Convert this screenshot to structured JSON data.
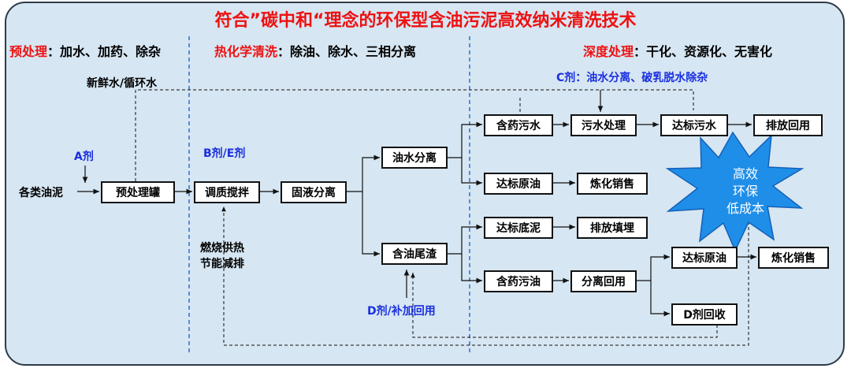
{
  "title": "符合”碳中和“理念的环保型含油污泥高效纳米清洗技术",
  "phases": {
    "pre": {
      "label": "预处理",
      "desc": "：加水、加药、除杂"
    },
    "thermo": {
      "label": "热化学清洗",
      "desc": "：除油、除水、三相分离"
    },
    "deep": {
      "label": "深度处理",
      "desc": "：干化、资源化、无害化"
    }
  },
  "inputs": {
    "water": "新鲜水/循环水",
    "agent_a": "A剂",
    "agent_be": "B剂/E剂",
    "agent_c": "C剂：油水分离、破乳脱水除杂",
    "agent_d": "D剂/补加回用",
    "sludge": "各类油泥",
    "heat_line1": "燃烧供热",
    "heat_line2": "节能减排"
  },
  "nodes": {
    "pretank": "预处理罐",
    "conditioning": "调质搅拌",
    "solid_liquid": "固液分离",
    "oil_water": "油水分离",
    "oily_residue": "含油尾渣",
    "medicated_water": "含药污水",
    "wastewater_treatment": "污水处理",
    "qualified_wastewater": "达标污水",
    "discharge_reuse": "排放回用",
    "qualified_crude_1": "达标原油",
    "refine_sale_1": "炼化销售",
    "qualified_bottom_sludge": "达标底泥",
    "discharge_landfill": "排放填埋",
    "medicated_oil": "含药污油",
    "separation_reuse": "分离回用",
    "qualified_crude_2": "达标原油",
    "refine_sale_2": "炼化销售",
    "agent_d_recovery": "D剂回收"
  },
  "badge": {
    "line1": "高效",
    "line2": "环保",
    "line3": "低成本"
  },
  "colors": {
    "accent_red": "#ee1111",
    "accent_blue": "#1a2fe0",
    "star_fill": "#1f8ee8",
    "panel_bg": "#d6e6f2"
  }
}
